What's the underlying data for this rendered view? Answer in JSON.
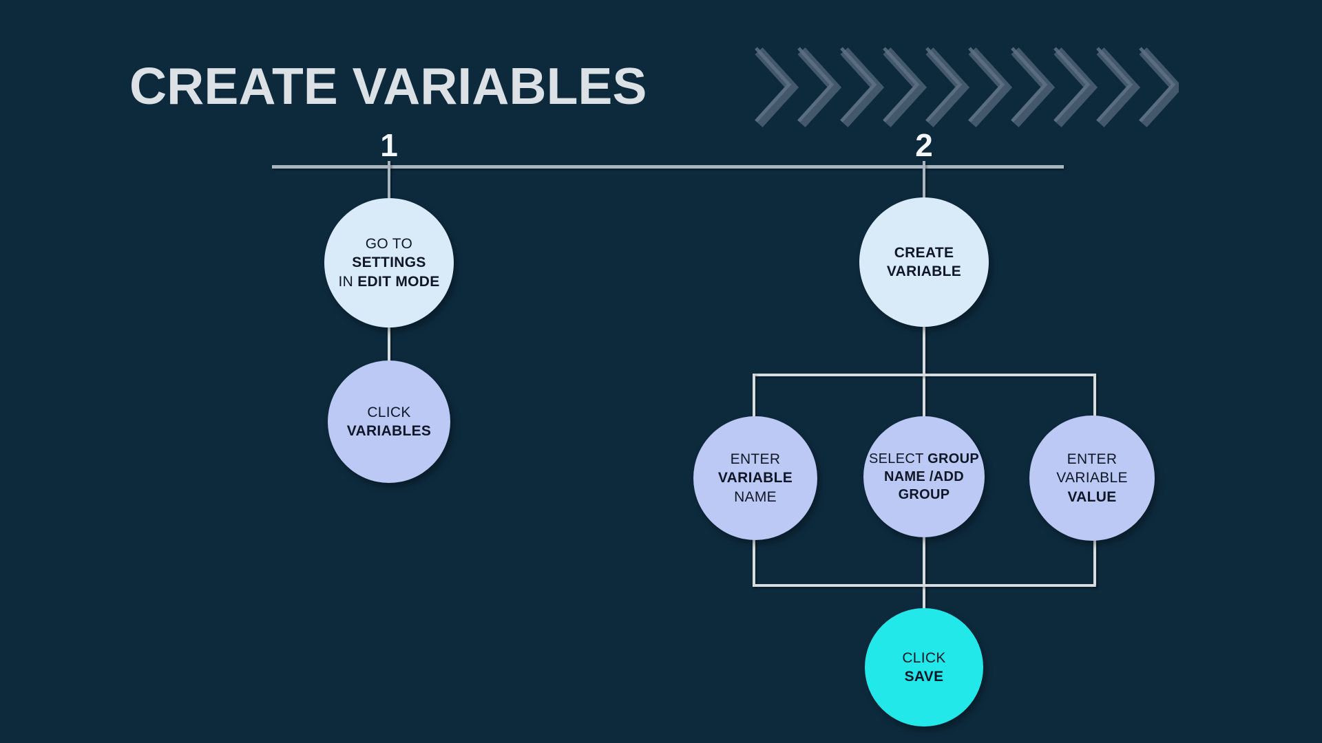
{
  "title": "CREATE VARIABLES",
  "decor": {
    "chevrons": {
      "icon": "chevrons-right",
      "count": 10
    }
  },
  "colors": {
    "background": "#0d2a3d",
    "title_text": "#dce1e6",
    "step_number_text": "#f4f7f9",
    "timeline_line": "#a9b5bf",
    "bracket_line": "#d7dcdf",
    "chevron": "#44586b",
    "chevron_highlight": "#5e7283",
    "node_light": "#d9eaf8",
    "node_periwinkle": "#bcc9f4",
    "node_cyan": "#22e8ea",
    "node_text": "#0f1726"
  },
  "steps": [
    {
      "number": "1",
      "nodes": [
        {
          "id": "go-to-settings",
          "fill": "#d9eaf8",
          "lines": [
            [
              {
                "t": "GO TO",
                "b": false
              }
            ],
            [
              {
                "t": "SETTINGS",
                "b": true
              }
            ],
            [
              {
                "t": "IN ",
                "b": false
              },
              {
                "t": "EDIT MODE",
                "b": true
              }
            ]
          ]
        },
        {
          "id": "click-variables",
          "fill": "#bcc9f4",
          "lines": [
            [
              {
                "t": "CLICK",
                "b": false
              }
            ],
            [
              {
                "t": "VARIABLES",
                "b": true
              }
            ]
          ]
        }
      ]
    },
    {
      "number": "2",
      "nodes": [
        {
          "id": "create-variable",
          "fill": "#d9eaf8",
          "lines": [
            [
              {
                "t": "CREATE",
                "b": true
              }
            ],
            [
              {
                "t": "VARIABLE",
                "b": true
              }
            ]
          ]
        },
        {
          "id": "enter-variable-name",
          "fill": "#bcc9f4",
          "lines": [
            [
              {
                "t": "ENTER",
                "b": false
              }
            ],
            [
              {
                "t": "VARIABLE",
                "b": true
              }
            ],
            [
              {
                "t": "NAME",
                "b": false
              }
            ]
          ]
        },
        {
          "id": "select-group-name-add-group",
          "fill": "#bcc9f4",
          "lines": [
            [
              {
                "t": "SELECT ",
                "b": false
              },
              {
                "t": "GROUP",
                "b": true
              }
            ],
            [
              {
                "t": "NAME /ADD",
                "b": true
              }
            ],
            [
              {
                "t": "GROUP",
                "b": true
              }
            ]
          ]
        },
        {
          "id": "enter-variable-value",
          "fill": "#bcc9f4",
          "lines": [
            [
              {
                "t": "ENTER",
                "b": false
              }
            ],
            [
              {
                "t": "VARIABLE",
                "b": false
              }
            ],
            [
              {
                "t": "VALUE",
                "b": true
              }
            ]
          ]
        },
        {
          "id": "click-save",
          "fill": "#22e8ea",
          "lines": [
            [
              {
                "t": "CLICK",
                "b": false
              }
            ],
            [
              {
                "t": "SAVE",
                "b": true
              }
            ]
          ]
        }
      ]
    }
  ]
}
